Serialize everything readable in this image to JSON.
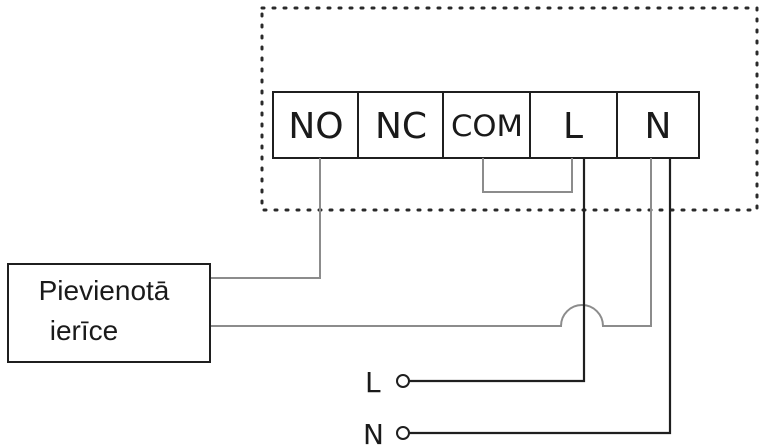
{
  "terminals": {
    "no": "NO",
    "nc": "NC",
    "com": "COM",
    "l": "L",
    "n": "N"
  },
  "device": {
    "line1": "Pievienotā",
    "line2": "ierīce"
  },
  "supply": {
    "l": "L",
    "n": "N"
  }
}
